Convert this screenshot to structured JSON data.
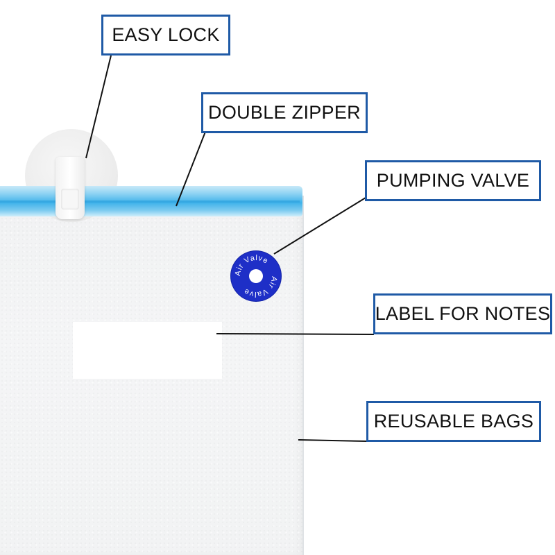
{
  "callouts": {
    "easy_lock": "EASY LOCK",
    "double_zipper": "DOUBLE ZIPPER",
    "pumping_valve": "PUMPING VALVE",
    "label_for_notes": "LABEL FOR NOTES",
    "reusable_bags": "REUSABLE BAGS"
  },
  "valve": {
    "text": "Air Valve",
    "color": "#1e2fc7"
  },
  "colors": {
    "callout_border": "#1f5aa6",
    "zipper_blue": "#3fb2ea"
  }
}
